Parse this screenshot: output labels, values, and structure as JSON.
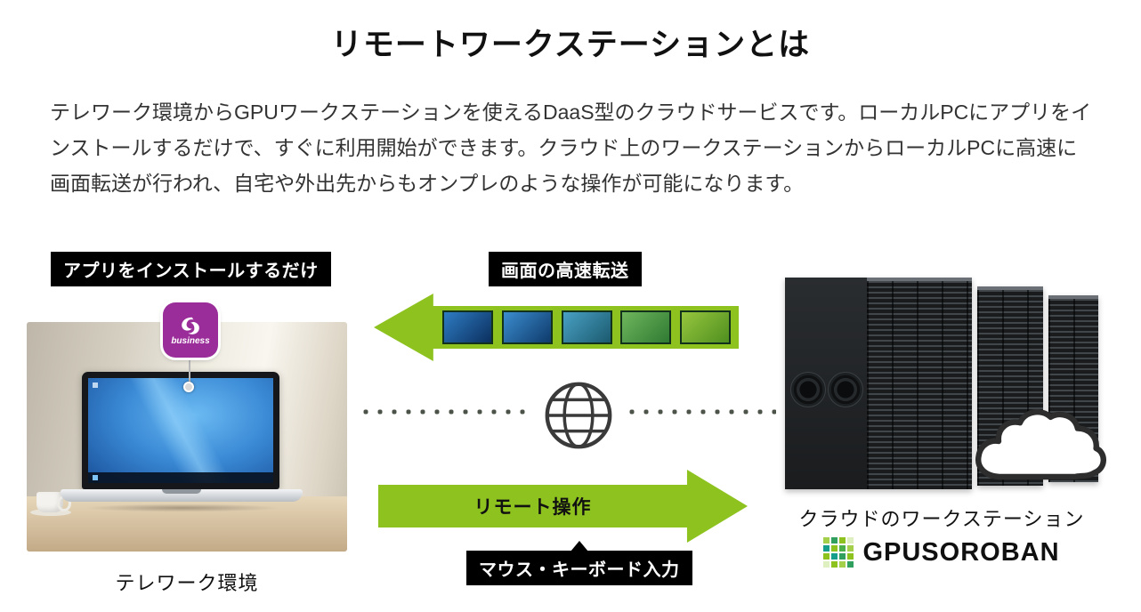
{
  "page": {
    "title": "リモートワークステーションとは",
    "intro": "テレワーク環境からGPUワークステーションを使えるDaaS型のクラウドサービスです。ローカルPCにアプリをインストールするだけで、すぐに利用開始ができます。クラウド上のワークステーションからローカルPCに高速に画面転送が行われ、自宅や外出先からもオンプレのような操作が可能になります。"
  },
  "diagram": {
    "local": {
      "install_label": "アプリをインストールするだけ",
      "badge_text": "business",
      "caption": "テレワーク環境"
    },
    "screen_transfer": {
      "label": "画面の高速転送",
      "direction": "cloud-to-local",
      "thumbnails": [
        {
          "from": "#2e7cc3",
          "to": "#0b2f5e"
        },
        {
          "from": "#3b8ccf",
          "to": "#0e3a6a"
        },
        {
          "from": "#49a0c4",
          "to": "#1b5a6e"
        },
        {
          "from": "#6fb65c",
          "to": "#2f7a33"
        },
        {
          "from": "#97c63e",
          "to": "#4e8f1f"
        }
      ]
    },
    "network": {
      "icon": "globe-icon",
      "line_style": "dotted"
    },
    "remote_control": {
      "label": "リモート操作",
      "sub_label": "マウス・キーボード入力",
      "direction": "local-to-cloud"
    },
    "cloud": {
      "caption": "クラウドのワークステーション",
      "brand": "GPUSOROBAN",
      "logo_cells": [
        "#a3cf4a",
        "#31a05f",
        "#8dc21f",
        "#dff0c0",
        "#169e8c",
        "#8dc21f",
        "#4bb04a",
        "#a3cf4a",
        "#8dc21f",
        "#169e8c",
        "#31a05f",
        "#8dc21f",
        "#dff0c0",
        "#8dc21f",
        "#a3cf4a",
        "#31a05f"
      ]
    },
    "icons": {
      "app_badge": "splashtop-business-icon",
      "network": "globe-icon",
      "cloud": "cloud-icon"
    },
    "colors": {
      "arrow_green": "#8dc21f",
      "label_bg": "#000000",
      "badge_purple": "#9b2d9a"
    }
  }
}
